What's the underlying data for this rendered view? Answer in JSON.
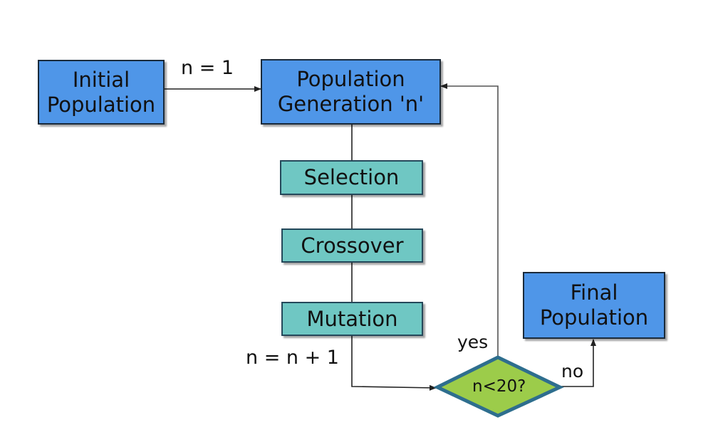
{
  "nodes": {
    "initial_population": {
      "line1": "Initial",
      "line2": "Population"
    },
    "population_generation": {
      "line1": "Population",
      "line2": "Generation 'n'"
    },
    "selection": {
      "label": "Selection"
    },
    "crossover": {
      "label": "Crossover"
    },
    "mutation": {
      "label": "Mutation"
    },
    "final_population": {
      "line1": "Final",
      "line2": "Population"
    },
    "decision": {
      "label": "n<20?"
    }
  },
  "edge_labels": {
    "init": "n = 1",
    "increment": "n = n + 1",
    "yes": "yes",
    "no": "no"
  },
  "colors": {
    "process_blue": "#4f96e8",
    "operator_teal": "#6fc7c3",
    "decision_green": "#9ccc4a",
    "decision_border": "#2e6e8e",
    "line": "#222222"
  }
}
